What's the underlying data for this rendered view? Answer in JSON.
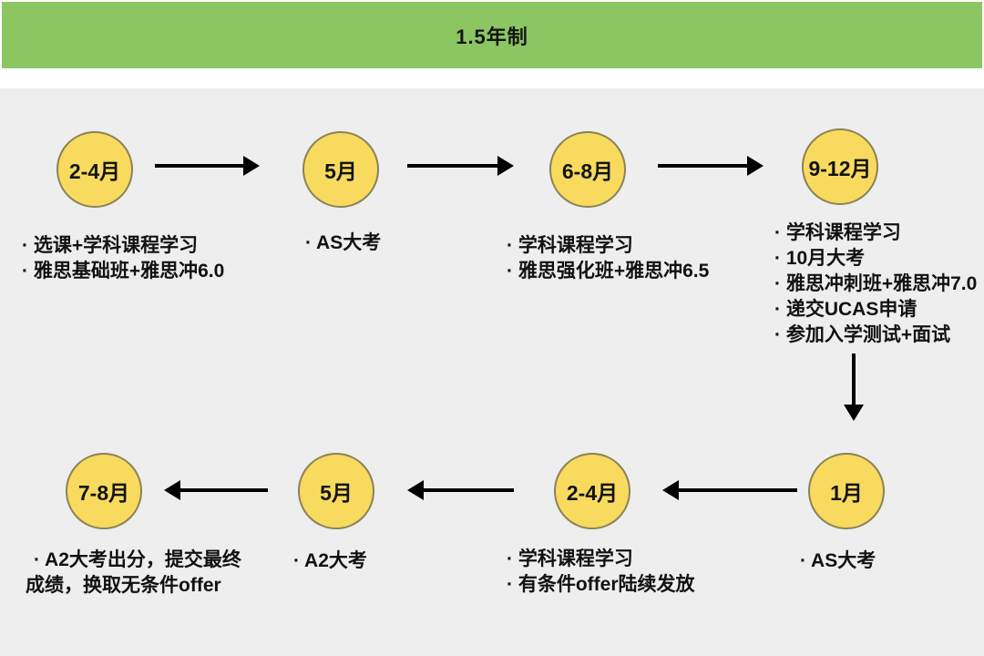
{
  "header": {
    "title": "1.5年制"
  },
  "colors": {
    "header_bg": "#8cc663",
    "canvas_bg": "#eeeeee",
    "node_fill": "#f8db5e",
    "node_border": "#8b8257",
    "text": "#111111",
    "arrow": "#000000"
  },
  "flow": {
    "top_row": [
      {
        "label": "2-4月",
        "notes": [
          "· 选课+学科课程学习",
          "· 雅思基础班+雅思冲6.0"
        ]
      },
      {
        "label": "5月",
        "notes": [
          "· AS大考"
        ]
      },
      {
        "label": "6-8月",
        "notes": [
          "· 学科课程学习",
          "· 雅思强化班+雅思冲6.5"
        ]
      },
      {
        "label": "9-12月",
        "notes": [
          "· 学科课程学习",
          "· 10月大考",
          "· 雅思冲刺班+雅思冲7.0",
          "· 递交UCAS申请",
          "· 参加入学测试+面试"
        ]
      }
    ],
    "bottom_row": [
      {
        "label": "1月",
        "notes": [
          "· AS大考"
        ]
      },
      {
        "label": "2-4月",
        "notes": [
          "· 学科课程学习",
          "· 有条件offer陆续发放"
        ]
      },
      {
        "label": "5月",
        "notes": [
          "· A2大考"
        ]
      },
      {
        "label": "7-8月",
        "notes": [
          "· A2大考出分，提交最终",
          "成绩，换取无条件offer"
        ]
      }
    ]
  }
}
